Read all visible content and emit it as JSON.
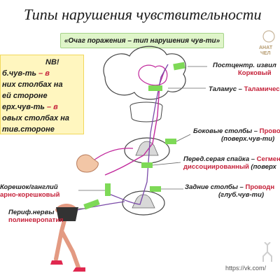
{
  "title": "Типы нарушения чувствительности",
  "subtitle": "«Очаг поражения – тип нарушения чув-ти»",
  "nb_box": {
    "heading": "NB!",
    "lines": [
      {
        "dark": "б.чув-ть",
        "red": " – в"
      },
      {
        "dark": "них столбах на"
      },
      {
        "dark": "ей стороне"
      },
      {
        "dark": "ерх.чув-ть",
        "red": " – в"
      },
      {
        "dark": "овых столбах на"
      },
      {
        "dark": "тив.стороне"
      }
    ]
  },
  "labels": {
    "cortex": {
      "dark": "Постцентр. извил",
      "red": "Корковый"
    },
    "thalamus": {
      "dark": "Таламус – ",
      "red": "Таламический"
    },
    "lateral": {
      "dark": "Боковые столбы – ",
      "red": "Проводн",
      "extra": "(поверх.чув-ти)"
    },
    "commissure": {
      "dark": "Перед.серая спайка – ",
      "red": "Сегмен",
      "red2": "диссоциированный",
      "extra": " (поверх"
    },
    "posterior": {
      "dark": "Задние столбы – ",
      "red": "Проводн",
      "extra": "(глуб.чув-ти)"
    },
    "root": {
      "dark": "Корешок/ганглий",
      "red": "арно-корешковый"
    },
    "nerve": {
      "dark": "Периф.нервы",
      "red": "полиневропатия"
    }
  },
  "side_logo_text": [
    "АНАТ",
    "ЧЕЛ"
  ],
  "watermark": "https://vk.com/",
  "colors": {
    "green": "#7ed957",
    "pink": "#c1289c",
    "red": "#c5223a",
    "purple": "#9b59b6"
  }
}
